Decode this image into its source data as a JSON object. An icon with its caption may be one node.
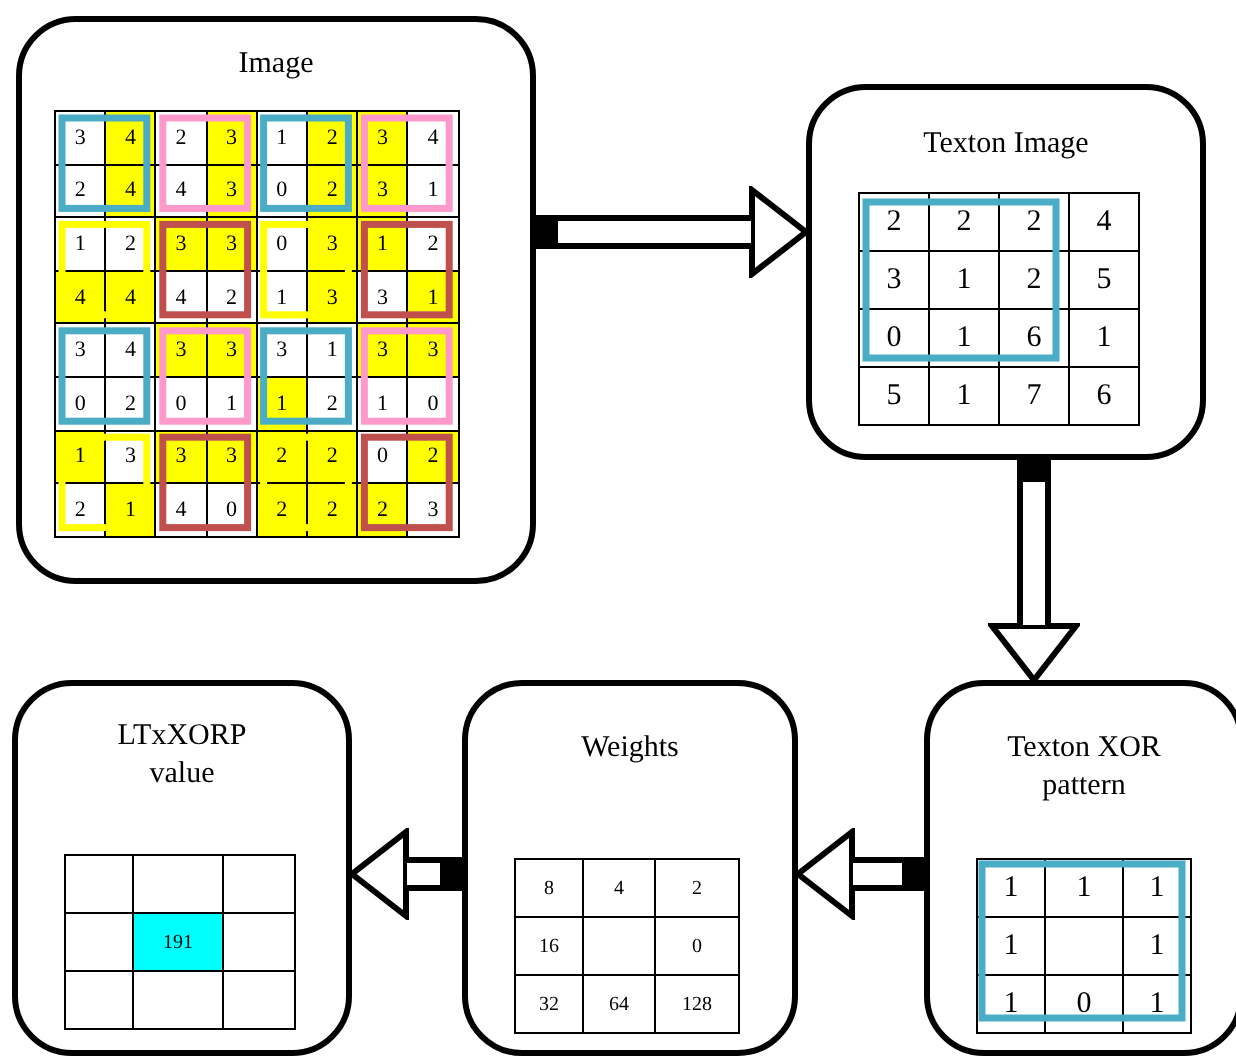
{
  "diagram": {
    "nodes": [
      {
        "text": [
          "Image"
        ]
      },
      {
        "text": [
          "Texton Image"
        ]
      },
      {
        "text": [
          "LTxXORP value"
        ]
      },
      {
        "text": [
          "Weights"
        ]
      },
      {
        "text": [
          "Texton XOR pattern"
        ]
      }
    ],
    "edges": [
      {
        "from": 0,
        "to": 1,
        "arrow": "to"
      },
      {
        "from": 1,
        "to": 4,
        "arrow": "to"
      },
      {
        "from": 4,
        "to": 3,
        "arrow": "to"
      },
      {
        "from": 3,
        "to": 2,
        "arrow": "to"
      }
    ],
    "labels": [
      "3",
      "4",
      "2",
      "3",
      "1",
      "2",
      "3",
      "4",
      "2",
      "4",
      "4",
      "3",
      "0",
      "2",
      "3",
      "1",
      "1",
      "2",
      "3",
      "3",
      "0",
      "3",
      "1",
      "2",
      "4",
      "4",
      "4",
      "2",
      "1",
      "3",
      "3",
      "1",
      "3",
      "4",
      "3",
      "3",
      "3",
      "1",
      "3",
      "3",
      "0",
      "2",
      "0",
      "1",
      "1",
      "2",
      "1",
      "0",
      "1",
      "3",
      "3",
      "3",
      "2",
      "2",
      "0",
      "2",
      "2",
      "1",
      "4",
      "0",
      "2",
      "2",
      "2",
      "3",
      "2",
      "2",
      "2",
      "4",
      "3",
      "1",
      "2",
      "5",
      "0",
      "1",
      "6",
      "1",
      "5",
      "1",
      "7",
      "6",
      "191",
      "8",
      "4",
      "2",
      "16",
      "0",
      "32",
      "64",
      "128",
      "1",
      "1",
      "1",
      "1",
      "1",
      "1",
      "0",
      "1"
    ]
  }
}
